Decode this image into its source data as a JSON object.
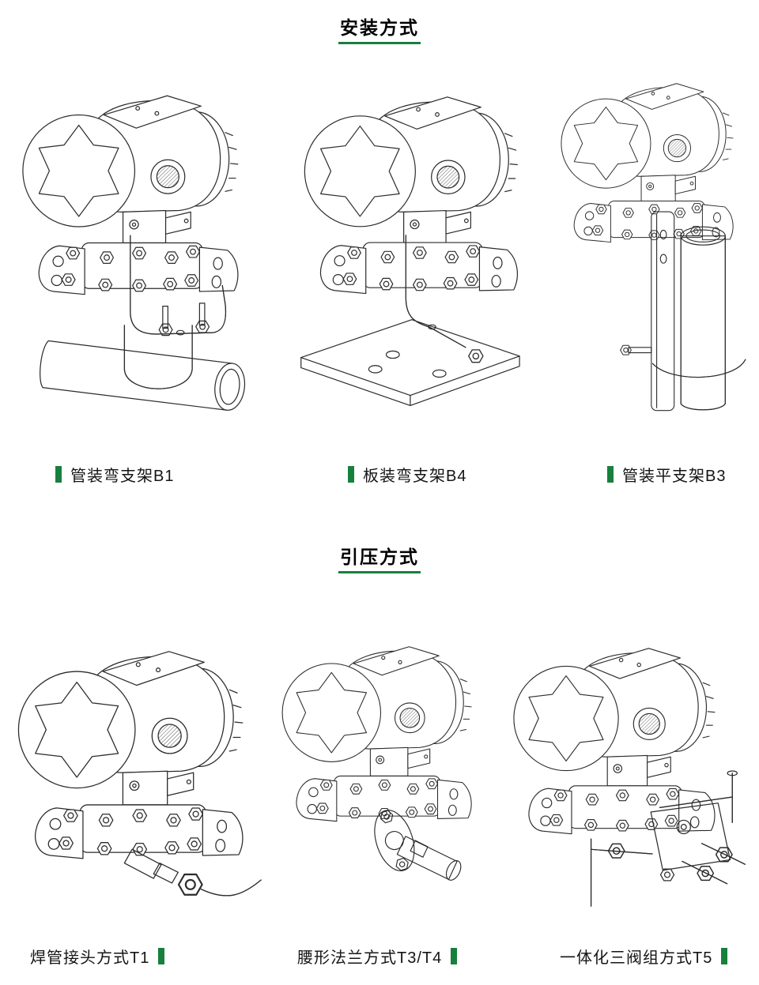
{
  "document": {
    "background": "#FFFFFF",
    "accent_green": "#17803D",
    "line_color": "#2B2B2B"
  },
  "sections": [
    {
      "title": "安装方式",
      "figures": [
        {
          "code": "B1",
          "caption": "管装弯支架B1",
          "marker": "before-text",
          "drawing": "pressure-transmitter-on-horizontal-pipe-with-bent-bracket"
        },
        {
          "code": "B4",
          "caption": "板装弯支架B4",
          "marker": "before-text",
          "drawing": "pressure-transmitter-on-mounting-plate-with-bent-bracket"
        },
        {
          "code": "B3",
          "caption": "管装平支架B3",
          "marker": "before-text",
          "drawing": "pressure-transmitter-on-vertical-pipe-with-flat-bracket"
        }
      ]
    },
    {
      "title": "引压方式",
      "figures": [
        {
          "code": "T1",
          "caption": "焊管接头方式T1",
          "marker": "after-text",
          "drawing": "pressure-transmitter-with-welded-pipe-joint-and-impulse-line"
        },
        {
          "code": "T3/T4",
          "caption": "腰形法兰方式T3/T4",
          "marker": "after-text",
          "drawing": "pressure-transmitter-with-oval-waist-flange-and-pipe-stub"
        },
        {
          "code": "T5",
          "caption": "一体化三阀组方式T5",
          "marker": "after-text",
          "drawing": "pressure-transmitter-with-integrated-three-valve-manifold"
        }
      ]
    }
  ]
}
